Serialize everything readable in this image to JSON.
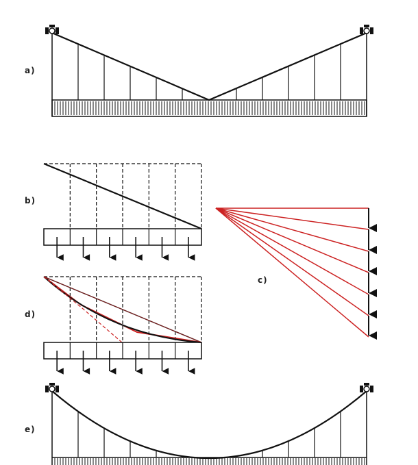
{
  "labels": {
    "a": "a)",
    "b": "b)",
    "c": "c)",
    "d": "d)",
    "e": "e)"
  },
  "colors": {
    "ink": "#111111",
    "red": "#cc2222",
    "background": "#ffffff"
  }
}
